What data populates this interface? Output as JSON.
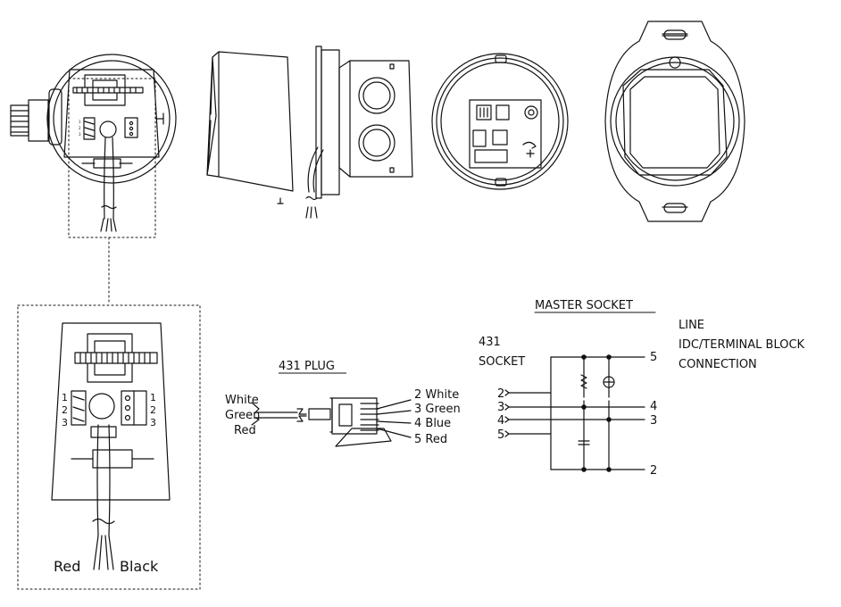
{
  "plug": {
    "title": "431 PLUG",
    "left_wires": [
      "White",
      "Green",
      "Red"
    ],
    "pins": [
      "2 White",
      "3 Green",
      "4 Blue",
      "5 Red"
    ]
  },
  "socket": {
    "title": "MASTER SOCKET",
    "socket_label_1": "431",
    "socket_label_2": "SOCKET",
    "line_label_1": "LINE",
    "line_label_2": "IDC/TERMINAL BLOCK",
    "line_label_3": "CONNECTION",
    "left_terminals": [
      "2",
      "3",
      "4",
      "5"
    ],
    "right_terminals": [
      "5",
      "4",
      "3",
      "2"
    ]
  },
  "detail": {
    "left_terminals": [
      "1",
      "2",
      "3"
    ],
    "right_terminals": [
      "1",
      "2",
      "3"
    ],
    "wire_left": "Red",
    "wire_right": "Black"
  },
  "colors": {
    "line": "#111111",
    "paper": "#ffffff"
  }
}
